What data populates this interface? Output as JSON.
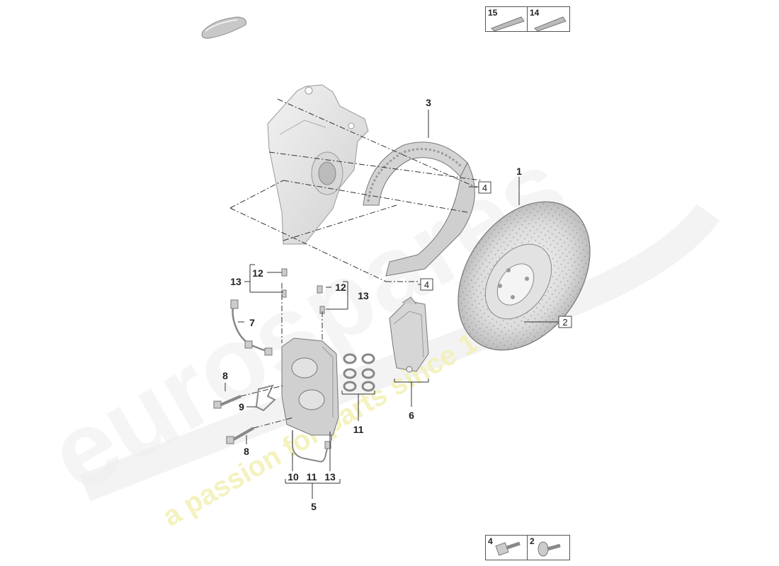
{
  "callouts": {
    "c1": "1",
    "c2": "2",
    "c3": "3",
    "c4a": "4",
    "c4b": "4",
    "c5": "5",
    "c6": "6",
    "c7": "7",
    "c8a": "8",
    "c8b": "8",
    "c9": "9",
    "c10": "10",
    "c11a": "11",
    "c11b": "11",
    "c12a": "12",
    "c12b": "12",
    "c13a": "13",
    "c13b": "13",
    "c13c": "13"
  },
  "legend_top": {
    "left_num": "15",
    "right_num": "14"
  },
  "legend_bottom": {
    "left_num": "4",
    "right_num": "2"
  },
  "watermark": {
    "brand": "eurospares",
    "tagline": "a passion for parts since 1985"
  },
  "colors": {
    "line": "#333333",
    "part_fill": "#e6e6e6",
    "part_stroke": "#666666",
    "wm_grey": "#ececec",
    "wm_yellow": "#f3f1b8"
  }
}
